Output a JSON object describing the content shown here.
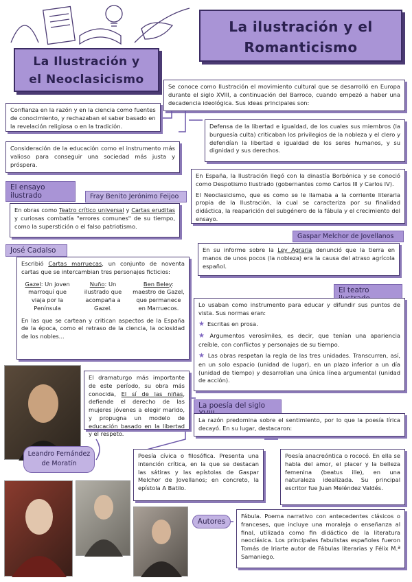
{
  "main_title_line1": "La ilustración y el",
  "main_title_line2": "Romanticismo",
  "sub_title_line1": "La Ilustración y",
  "sub_title_line2": "el Neoclasicismo",
  "intro": "Se conoce como Ilustración el movimiento cultural que se desarrolló en Europa durante el siglo XVIII, a continuación del Barroco, cuando empezó a haber una decadencia ideológica. Sus ideas principales son:",
  "confianza": "Confianza en la razón y en la ciencia como fuentes de conocimiento, y rechazaban el saber basado en la revelación religiosa o en la tradición.",
  "defensa": "Defensa de la libertad e igualdad, de los cuales sus miembros (la burguesía culta) criticaban los privilegios de la nobleza y el clero y defendían la libertad e igualdad de los seres humanos, y su dignidad y sus derechos.",
  "consideracion": "Consideración de la educación como el instrumento más valioso para conseguir una sociedad más justa y próspera.",
  "espana": "En España, la Ilustración llegó con la dinastía Borbónica y se conoció como Despotismo Ilustrado (gobernantes como Carlos III y Carlos IV).",
  "neoclasicismo": "El Neoclasicismo, que es como se le llamaba a la corriente literaria propia de la Ilustración, la cual se caracteriza por su finalidad didáctica, la reaparición del subgénero de la fábula y el crecimiento del ensayo.",
  "tag_ensayo": "El ensayo ilustrado",
  "tag_feijoo": "Fray Benito Jerónimo Feijoo",
  "feijoo_pre": "En obras como",
  "feijoo_obra1": "Teatro crítico universal",
  "feijoo_mid": "y",
  "feijoo_obra2": "Cartas eruditas",
  "feijoo_post": "y curiosas combatía \"errores comunes\" de su tiempo, como la superstición o el falso patriotismo.",
  "tag_cadalso": "José Cadalso",
  "tag_jovellanos": "Gaspar Melchor de Jovellanos",
  "jovellanos_pre": "En su informe sobre la",
  "jovellanos_obra": "Ley Agraria",
  "jovellanos_post": "denunció que la tierra en manos de unos pocos (la nobleza) era la causa del atraso agrícola español.",
  "cadalso_pre": "Escribió",
  "cadalso_obra": "Cartas marruecas",
  "cadalso_post": ", un conjunto de noventa cartas que se intercambian tres personajes ficticios:",
  "personajes": [
    {
      "name": "Gazel",
      "desc": ": Un joven marroquí que viaja por la Península"
    },
    {
      "name": "Nuño",
      "desc": ": Un ilustrado que acompaña a Gazel."
    },
    {
      "name": "Ben Beley",
      "desc": ": maestro de Gazel, que permanece en Marruecos."
    }
  ],
  "cadalso_final": "En las que se cartean y critican aspectos de la España de la época, como el retraso de la ciencia, la ociosidad de los nobles...",
  "tag_teatro": "El teatro ilustrado",
  "teatro_intro": "Lo usaban como instrumento para educar y difundir sus puntos de vista. Sus normas eran:",
  "teatro_normas": [
    "Escritas en prosa.",
    "Argumentos verosímiles, es decir, que tenían una apariencia creíble, con conflictos y personajes de su tiempo.",
    "Las obras respetan la regla de las tres unidades. Transcurren, así, en un solo espacio (unidad de lugar), en un plazo inferior a un día (unidad de tiempo) y desarrollan una única línea argumental (unidad de acción)."
  ],
  "moratin_pre": "El dramaturgo más importante de este período, su obra más conocida,",
  "moratin_obra": "El sí de las niñas",
  "moratin_post": ", defiende el derecho de las mujeres jóvenes a elegir marido, y propugna un modelo de educación basado en la libertad y el respeto.",
  "tag_moratin": "Leandro Fernández de Moratín",
  "tag_poesia": "La poesía del siglo XVIII",
  "poesia_intro": "La razón predomina sobre el sentimiento, por lo que la poesía lírica decayó. En su lugar, destacaron:",
  "poesia_civica": "Poesía cívica o filosófica. Presenta una intención crítica, en la que se destacan las sátiras y las epístolas de Gaspar Melchor de Jovellanos; en concreto, la epístola A Batilo.",
  "poesia_anacreontica": "Poesía anacreóntica o rococó. En ella se habla del amor, el placer y la belleza femenina (beatus ille), en una naturaleza idealizada. Su principal escritor fue Juan Meléndez Valdés.",
  "tag_autores": "Autores",
  "fabula": "Fábula. Poema narrativo con antecedentes clásicos o franceses, que incluye una moraleja o enseñanza al final, utilizada como fin didáctico de la literatura neoclásica. Los principales fabulistas españoles fueron Tomás de Iriarte autor de Fábulas literarias y Félix M.ª Samaniego."
}
